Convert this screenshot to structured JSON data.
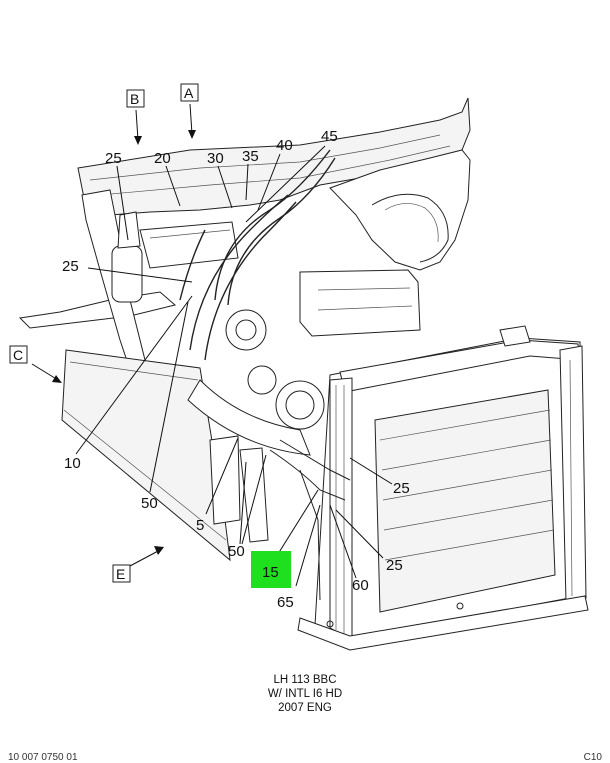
{
  "view_letters": {
    "a": "A",
    "b": "B",
    "c": "C",
    "e": "E"
  },
  "callouts": {
    "c25_top": "25",
    "c20": "20",
    "c30": "30",
    "c35": "35",
    "c40": "40",
    "c45": "45",
    "c25_left": "25",
    "c10": "10",
    "c50_left": "50",
    "c5": "5",
    "c50_bottom": "50",
    "c15": "15",
    "c65": "65",
    "c60": "60",
    "c25_right_lower": "25",
    "c25_right": "25"
  },
  "highlight": {
    "callout": "15",
    "color": "#1fe01f"
  },
  "caption": {
    "line1": "LH 113 BBC",
    "line2": "W/ INTL I6 HD",
    "line3": "2007 ENG"
  },
  "footer": {
    "left": "10 007 0750 01",
    "right": "C10"
  }
}
